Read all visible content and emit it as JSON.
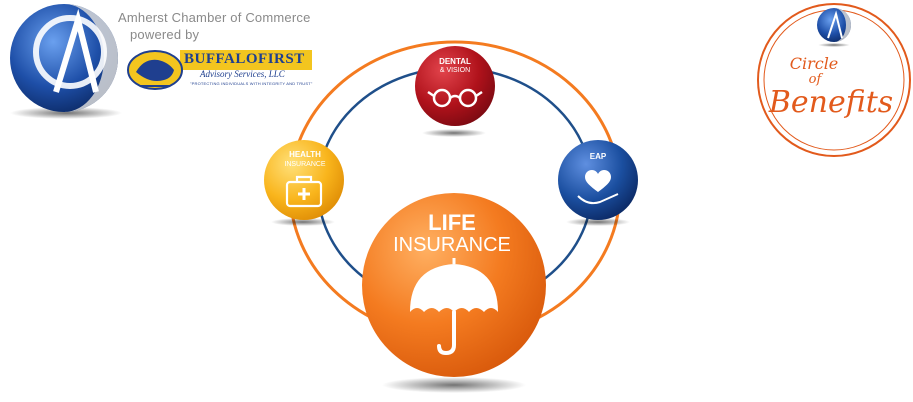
{
  "colors": {
    "orange": "#f47b20",
    "navy": "#1f4f8a",
    "red": "#b0121b",
    "yellow": "#f9b51c",
    "blue": "#1b4fa0",
    "brand_blue": "#1f3f8f",
    "gray_text": "#8a8a8a"
  },
  "header": {
    "chamber_line1": "Amherst Chamber of Commerce",
    "chamber_line2": "powered by",
    "buffalofirst_name": "BUFFALOFIRST",
    "buffalofirst_sub": "Advisory Services, LLC",
    "buffalofirst_tagline": "\"PROTECTING INDIVIDUALS WITH INTEGRITY AND TRUST\""
  },
  "benefits": {
    "life": {
      "line1": "LIFE",
      "line2": "INSURANCE",
      "icon": "umbrella-icon"
    },
    "dental": {
      "line1": "DENTAL",
      "line2": "& VISION",
      "icon": "glasses-icon"
    },
    "health": {
      "line1": "HEALTH",
      "line2": "INSURANCE",
      "icon": "medical-kit-icon"
    },
    "eap": {
      "line1": "EAP",
      "icon": "heart-hand-icon"
    }
  },
  "badge": {
    "line1": "Circle",
    "line2": "of",
    "line3": "Benefits"
  }
}
